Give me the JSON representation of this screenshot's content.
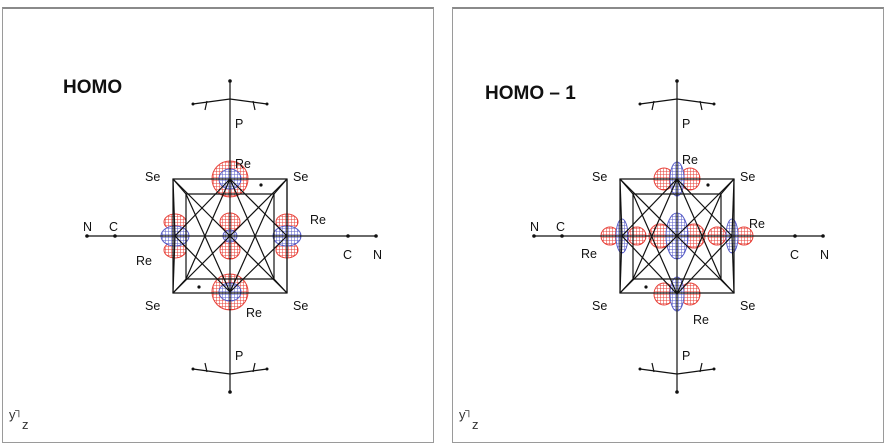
{
  "panels": [
    {
      "title": "HOMO",
      "atoms": {
        "p_top": "P",
        "p_bottom": "P",
        "se": "Se",
        "re": "Re",
        "c": "C",
        "n": "N"
      },
      "axis": {
        "y": "y",
        "z": "z"
      }
    },
    {
      "title": "HOMO – 1",
      "atoms": {
        "p_top": "P",
        "p_bottom": "P",
        "se": "Se",
        "re": "Re",
        "c": "C",
        "n": "N"
      },
      "axis": {
        "y": "y",
        "z": "z"
      }
    }
  ],
  "colors": {
    "positive_lobe": "#e8423a",
    "negative_lobe": "#5a5fc8",
    "bond": "#111111",
    "border": "#9a9a9a"
  }
}
